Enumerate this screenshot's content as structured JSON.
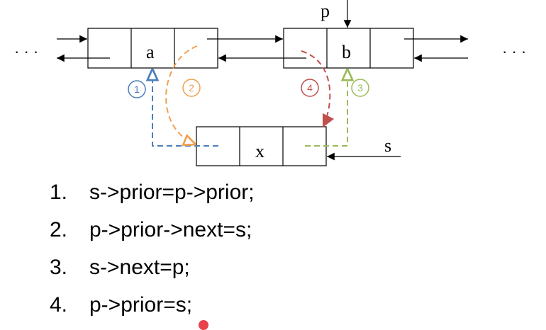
{
  "diagram": {
    "pointer_p": "p",
    "pointer_s": "s",
    "ellipsis_left": "· · ·",
    "ellipsis_right": "· · ·",
    "node_a": "a",
    "node_b": "b",
    "node_x": "x",
    "step_markers": [
      "1",
      "2",
      "3",
      "4"
    ]
  },
  "colors": {
    "step1": "#4a7ebb",
    "step2": "#f0a050",
    "step3": "#9bbb59",
    "step4": "#c0504d",
    "line": "#000000"
  },
  "steps": [
    {
      "num": "1.",
      "code": "s->prior=p->prior;"
    },
    {
      "num": "2.",
      "code": "p->prior->next=s;"
    },
    {
      "num": "3.",
      "code": "s->next=p;"
    },
    {
      "num": "4.",
      "code": "p->prior=s;"
    }
  ]
}
